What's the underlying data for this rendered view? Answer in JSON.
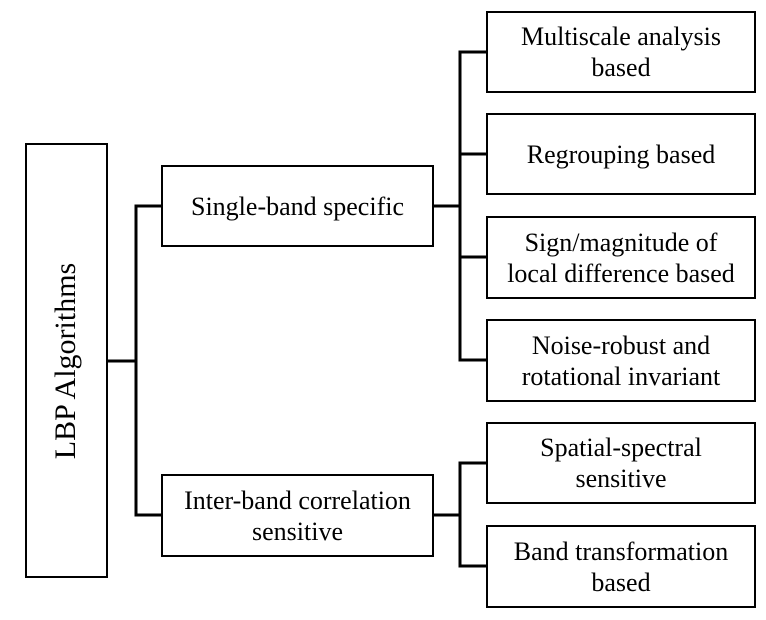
{
  "diagram": {
    "root": {
      "label": "LBP Algorithms"
    },
    "groups": [
      {
        "label": "Single-band specific",
        "children": [
          {
            "label": "Multiscale analysis\nbased"
          },
          {
            "label": "Regrouping based"
          },
          {
            "label": "Sign/magnitude of\nlocal difference based"
          },
          {
            "label": "Noise-robust and\nrotational invariant"
          }
        ]
      },
      {
        "label": "Inter-band correlation\nsensitive",
        "children": [
          {
            "label": "Spatial-spectral\nsensitive"
          },
          {
            "label": "Band transformation\nbased"
          }
        ]
      }
    ]
  }
}
